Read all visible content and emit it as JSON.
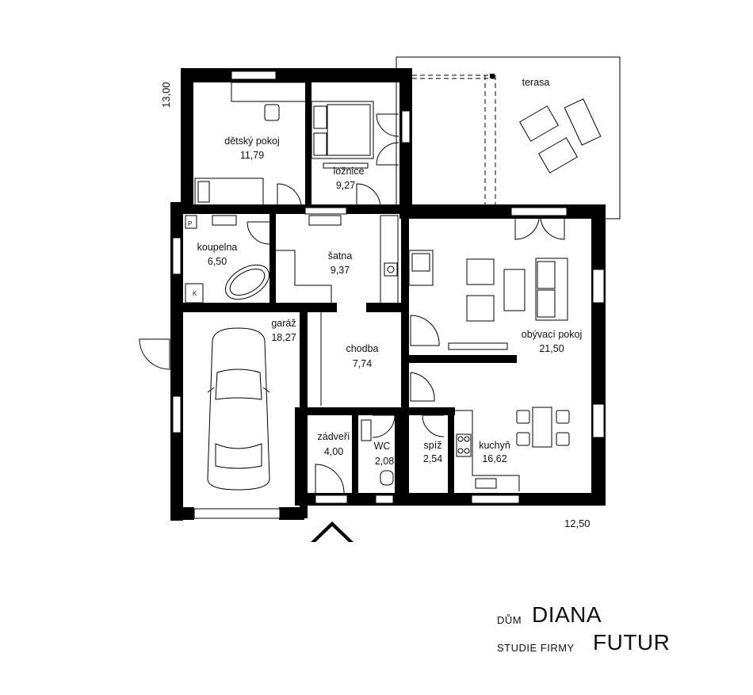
{
  "rooms": [
    {
      "id": "detsky",
      "name": "dětský pokoj",
      "area": "11,79"
    },
    {
      "id": "loznice",
      "name": "ložnice",
      "area": "9,27"
    },
    {
      "id": "koupelna",
      "name": "koupelna",
      "area": "6,50"
    },
    {
      "id": "satna",
      "name": "šatna",
      "area": "9,37"
    },
    {
      "id": "garaz",
      "name": "garáž",
      "area": "18,27"
    },
    {
      "id": "chodba",
      "name": "chodba",
      "area": "7,74"
    },
    {
      "id": "obyvaci",
      "name": "obývací pokoj",
      "area": "21,50"
    },
    {
      "id": "zadveri",
      "name": "zádveří",
      "area": "4,00"
    },
    {
      "id": "wc",
      "name": "WC",
      "area": "2,08"
    },
    {
      "id": "spiz",
      "name": "spíž",
      "area": "2,54"
    },
    {
      "id": "kuchyn",
      "name": "kuchyň",
      "area": "16,62"
    },
    {
      "id": "terasa",
      "name": "terasa",
      "area": ""
    }
  ],
  "dimensions": {
    "height": "13,00",
    "width": "12,50"
  },
  "fixture_labels": {
    "p": "P",
    "k": "K"
  },
  "title": {
    "line1_small": "DŮM",
    "line1_big": "DIANA",
    "line2_small": "STUDIE FIRMY",
    "line2_big": "FUTUR"
  }
}
